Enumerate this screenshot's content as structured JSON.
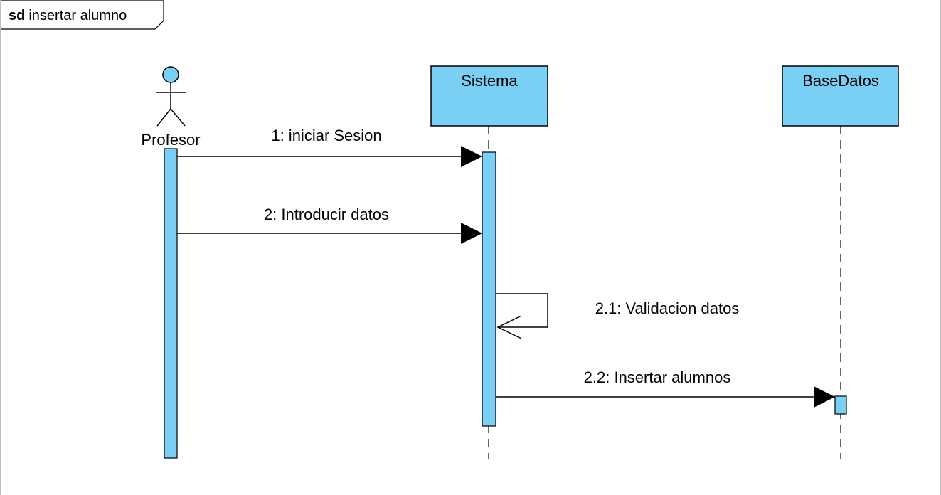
{
  "frame": {
    "keyword": "sd",
    "name": "insertar alumno"
  },
  "actor": {
    "name": "Profesor"
  },
  "lifelines": {
    "sistema": {
      "name": "Sistema"
    },
    "basedatos": {
      "name": "BaseDatos"
    }
  },
  "messages": [
    {
      "label": "1: iniciar Sesion",
      "kind": "sync"
    },
    {
      "label": "2: Introducir datos",
      "kind": "sync"
    },
    {
      "label": "2.1: Validacion datos",
      "kind": "self"
    },
    {
      "label": "2.2: Insertar alumnos",
      "kind": "sync"
    }
  ],
  "colors": {
    "fill": "#7ACFF5",
    "stroke": "#000000"
  }
}
